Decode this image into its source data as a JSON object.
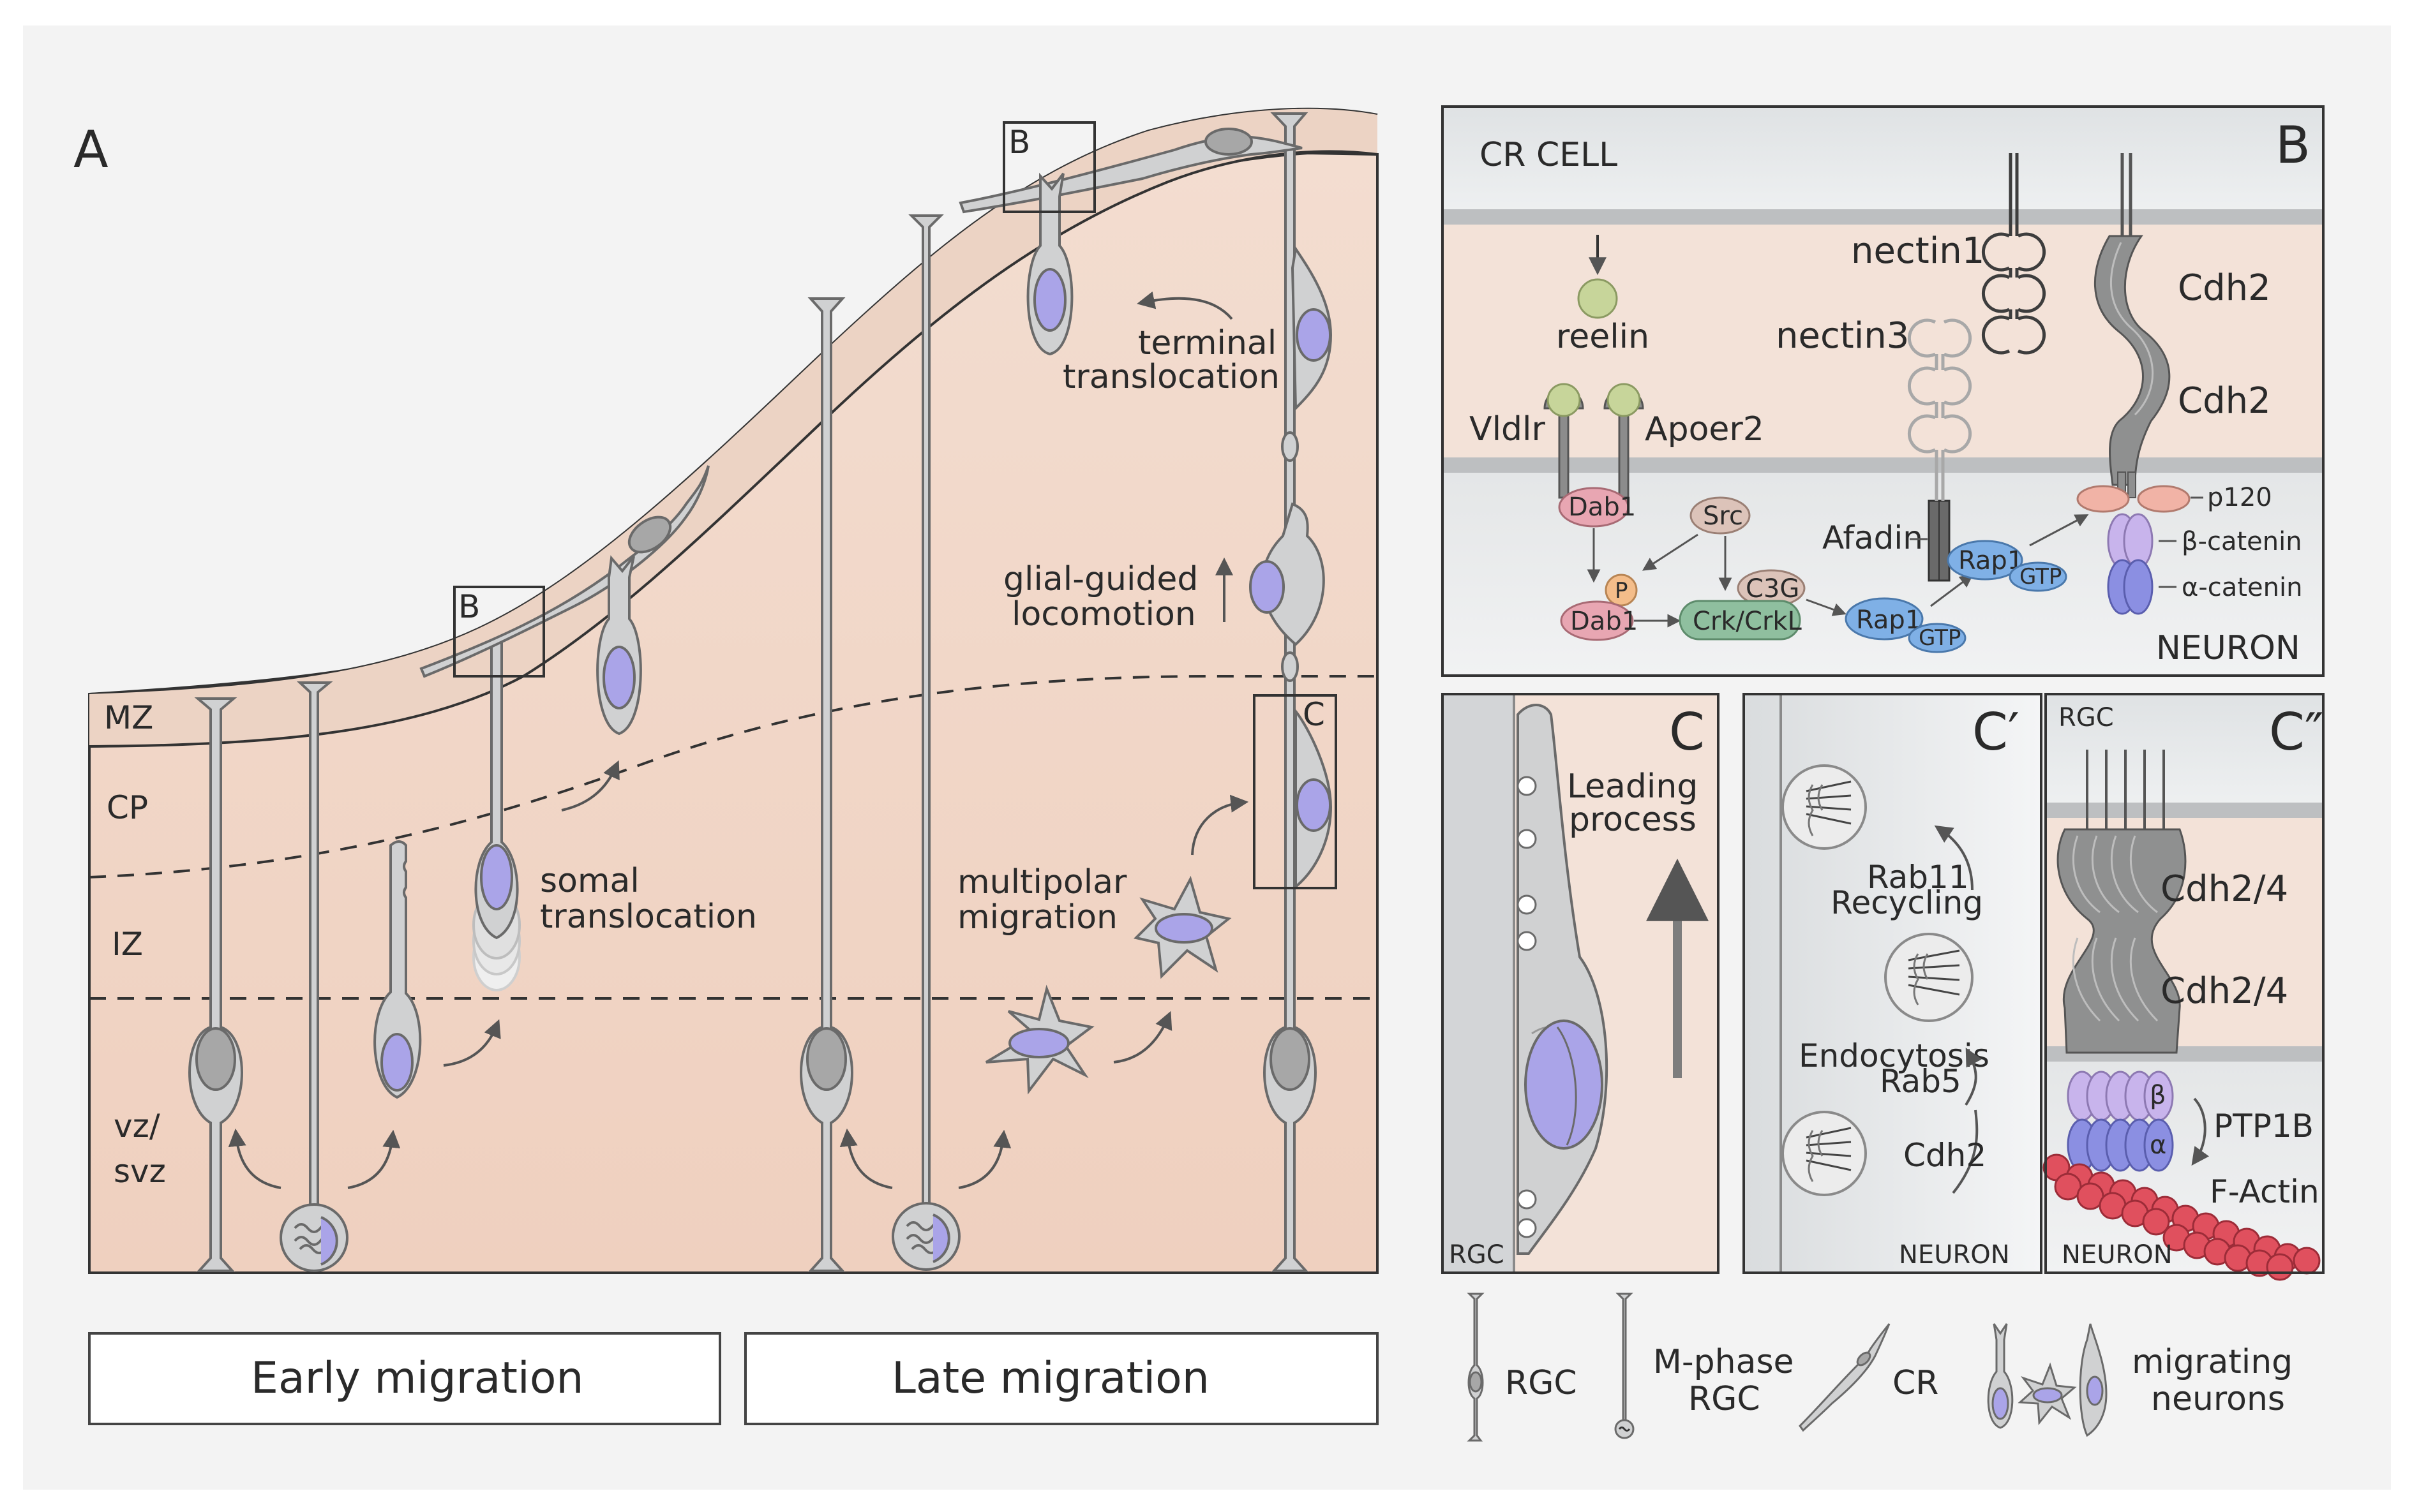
{
  "colors": {
    "tissue": "#f1d6c6",
    "tissue_light": "#f4e1d6",
    "mz": "#ecd3c4",
    "cell_gray": "#d0d1d2",
    "cell_outline": "#6a6a6a",
    "nucleus_blue": "#aaa4e8",
    "nucleus_gray": "#a7a7a7",
    "panel_border": "#444444",
    "membrane": "#bdbdbd",
    "green_ball": "#c7d59a",
    "pink_prot": "#e8a6b2",
    "blue_prot": "#7fb0e6",
    "green_prot": "#8fbf9f",
    "orange_prot": "#f4bd8a",
    "purple_prot": "#c8b4ec",
    "violet_prot": "#8b8fe2",
    "red_actin": "#e0505e"
  },
  "panelA": {
    "letter": "A",
    "layers": {
      "mz": "MZ",
      "cp": "CP",
      "iz": "IZ",
      "vz1": "vz/",
      "vz2": "svz"
    },
    "box_b1": "B",
    "box_b2": "B",
    "box_c": "C",
    "somal1": "somal",
    "somal2": "translocation",
    "terminal1": "terminal",
    "terminal2": "translocation",
    "glial1": "glial-guided",
    "glial2": "locomotion",
    "multipolar1": "multipolar",
    "multipolar2": "migration"
  },
  "panelB": {
    "letter": "B",
    "cr_cell": "CR CELL",
    "neuron": "NEURON",
    "reelin": "reelin",
    "vldlr": "Vldlr",
    "apoer2": "Apoer2",
    "dab1_top": "Dab1",
    "dab1_bottom": "Dab1",
    "p": "P",
    "src": "Src",
    "c3g": "C3G",
    "crk": "Crk/CrkL",
    "rap1_a": "Rap1",
    "gtp_a": "GTP",
    "rap1_b": "Rap1",
    "gtp_b": "GTP",
    "afadin": "Afadin",
    "nectin1": "nectin1",
    "nectin3": "nectin3",
    "cdh2_top": "Cdh2",
    "cdh2_bottom": "Cdh2",
    "p120": "p120",
    "beta_catenin": "β-catenin",
    "alpha_catenin": "α-catenin"
  },
  "panelC": {
    "letter": "C",
    "leading1": "Leading",
    "leading2": "process",
    "rgc": "RGC"
  },
  "panelC1": {
    "letter": "C′",
    "rab11": "Rab11",
    "recycling": "Recycling",
    "endocytosis": "Endocytosis",
    "rab5": "Rab5",
    "cdh2": "Cdh2",
    "neuron": "NEURON"
  },
  "panelC2": {
    "letter": "C″",
    "rgc": "RGC",
    "cdh24_top": "Cdh2/4",
    "cdh24_bottom": "Cdh2/4",
    "beta": "β",
    "alpha": "α",
    "ptp1b": "PTP1B",
    "factin": "F-Actin",
    "neuron": "NEURON"
  },
  "legend": {
    "early": "Early migration",
    "late": "Late migration",
    "rgc": "RGC",
    "mphase1": "M-phase",
    "mphase2": "RGC",
    "cr": "CR",
    "migrating1": "migrating",
    "migrating2": "neurons"
  }
}
